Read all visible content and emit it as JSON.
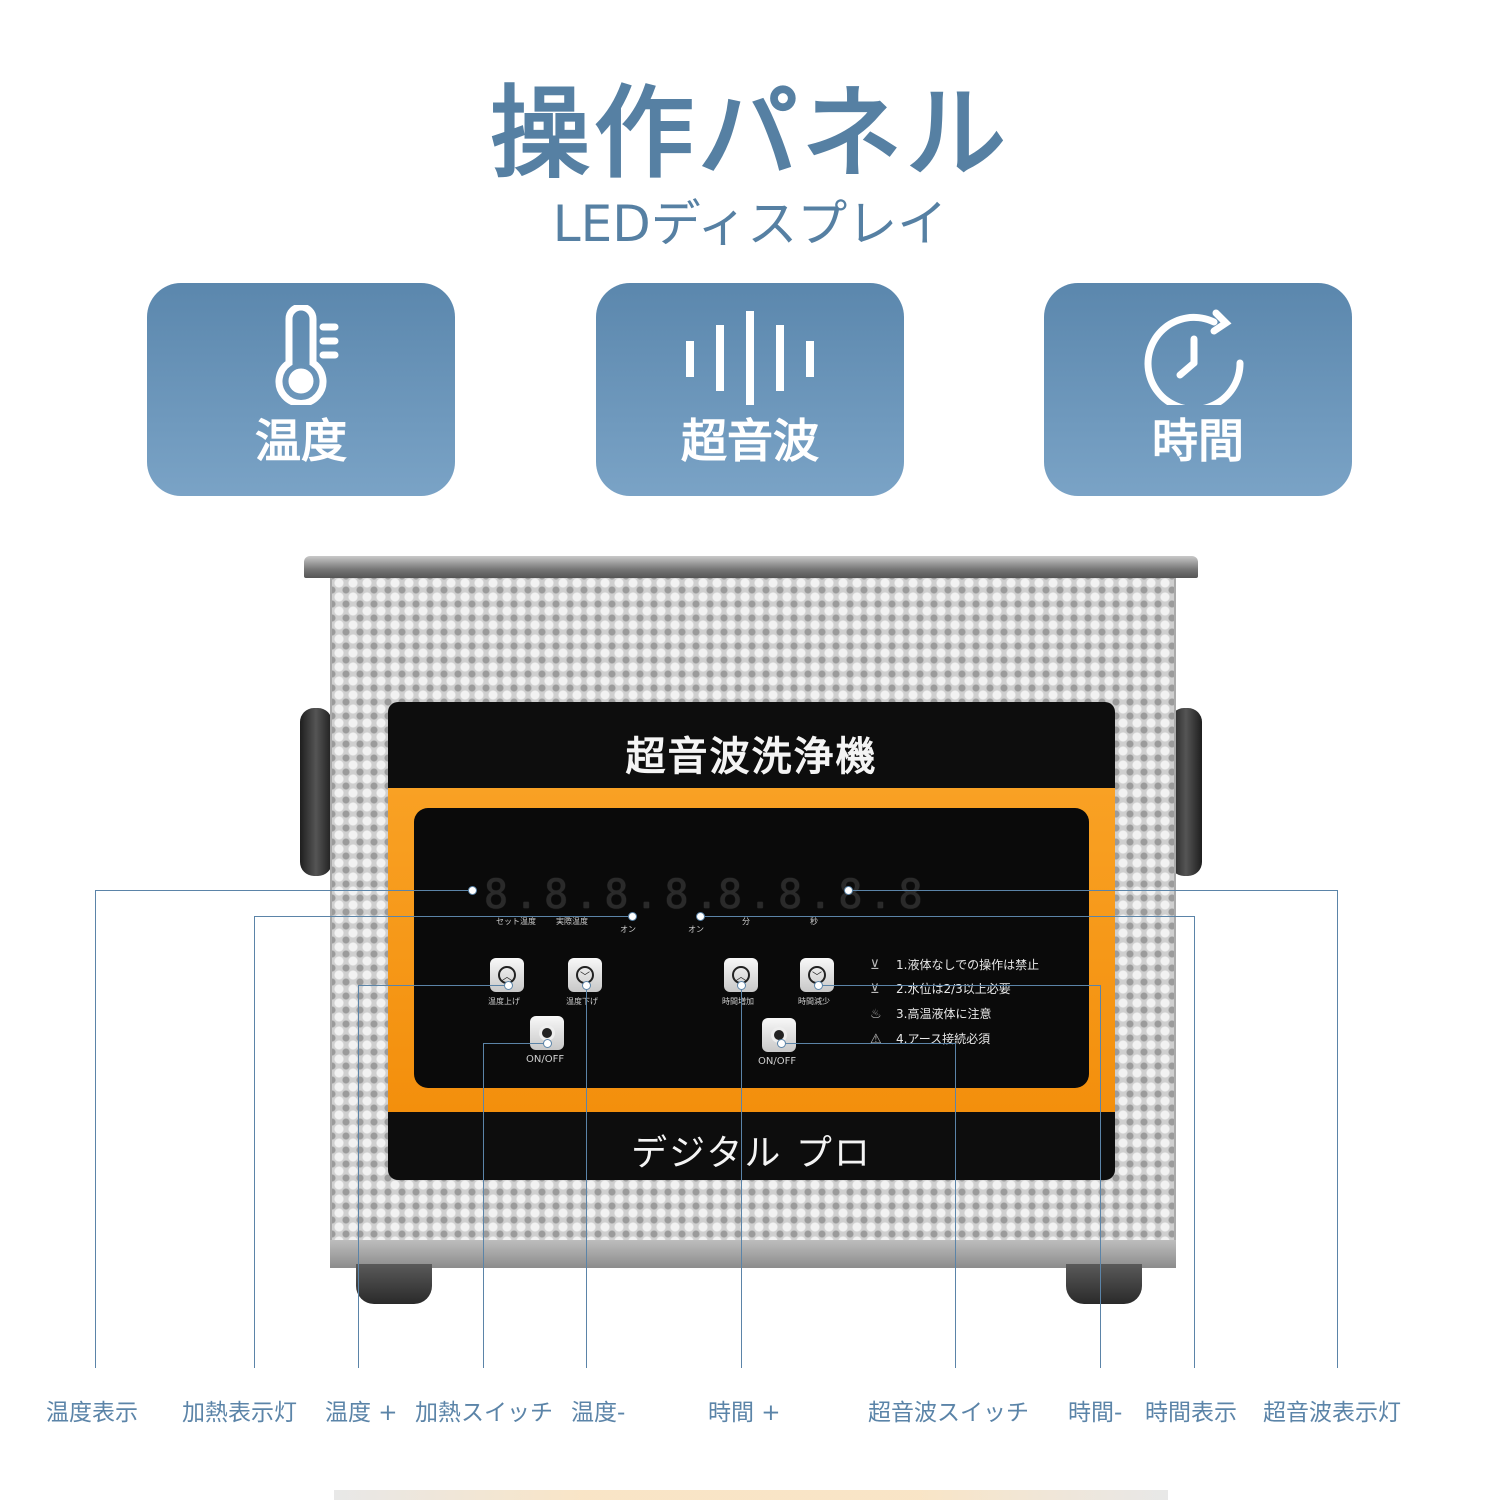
{
  "header": {
    "title": "操作パネル",
    "subtitle": "LEDディスプレイ"
  },
  "features": [
    {
      "label": "温度",
      "icon": "thermometer-icon"
    },
    {
      "label": "超音波",
      "icon": "sound-wave-icon"
    },
    {
      "label": "時間",
      "icon": "timer-icon"
    }
  ],
  "device": {
    "panel_title": "超音波洗浄機",
    "brand": "デジタル プロ",
    "temp_display": "8.8.8.8.",
    "time_display": "8.8.8.8",
    "temp_sub_labels": [
      "セット温度",
      "実際温度"
    ],
    "time_sub_labels": [
      "分",
      "秒"
    ],
    "heat_on_label": "オン",
    "ultra_on_label": "オン",
    "buttons": {
      "temp_up": "温度上げ",
      "temp_down": "温度下げ",
      "heat_power": "ON/OFF",
      "time_up": "時間増加",
      "time_down": "時間減少",
      "ultra_power": "ON/OFF"
    },
    "warnings": [
      "1.液体なしでの操作は禁止",
      "2.水位は2/3以上必要",
      "3.高温液体に注意",
      "4.アース接続必須"
    ]
  },
  "callouts": [
    "温度表示",
    "加熱表示灯",
    "温度 +",
    "加熱スイッチ",
    "温度-",
    "時間 +",
    "超音波スイッチ",
    "時間-",
    "時間表示",
    "超音波表示灯"
  ],
  "colors": {
    "accent": "#5680a3",
    "card_gradient_top": "#5b87ad",
    "card_gradient_bottom": "#7aa3c6",
    "panel_orange": "#f6991a",
    "panel_black": "#0d0d0d"
  }
}
